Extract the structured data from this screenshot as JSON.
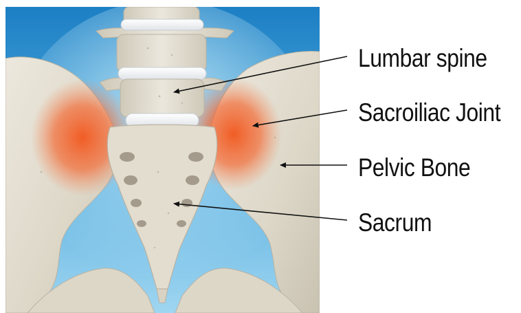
{
  "colors": {
    "background_top": "#1f86c9",
    "background_mid": "#5fb4e0",
    "background_light": "#a9dcf3",
    "bone": "#e2ddcf",
    "bone_shadow": "#b9b2a2",
    "disc": "#f1f2f4",
    "inflammation": "#f0602a",
    "label_text": "#111111",
    "pointer_line": "#111111"
  },
  "labels": {
    "lumbar_spine": "Lumbar spine",
    "sacroiliac_joint": "Sacroiliac Joint",
    "pelvic_bone": "Pelvic Bone",
    "sacrum": "Sacrum"
  }
}
